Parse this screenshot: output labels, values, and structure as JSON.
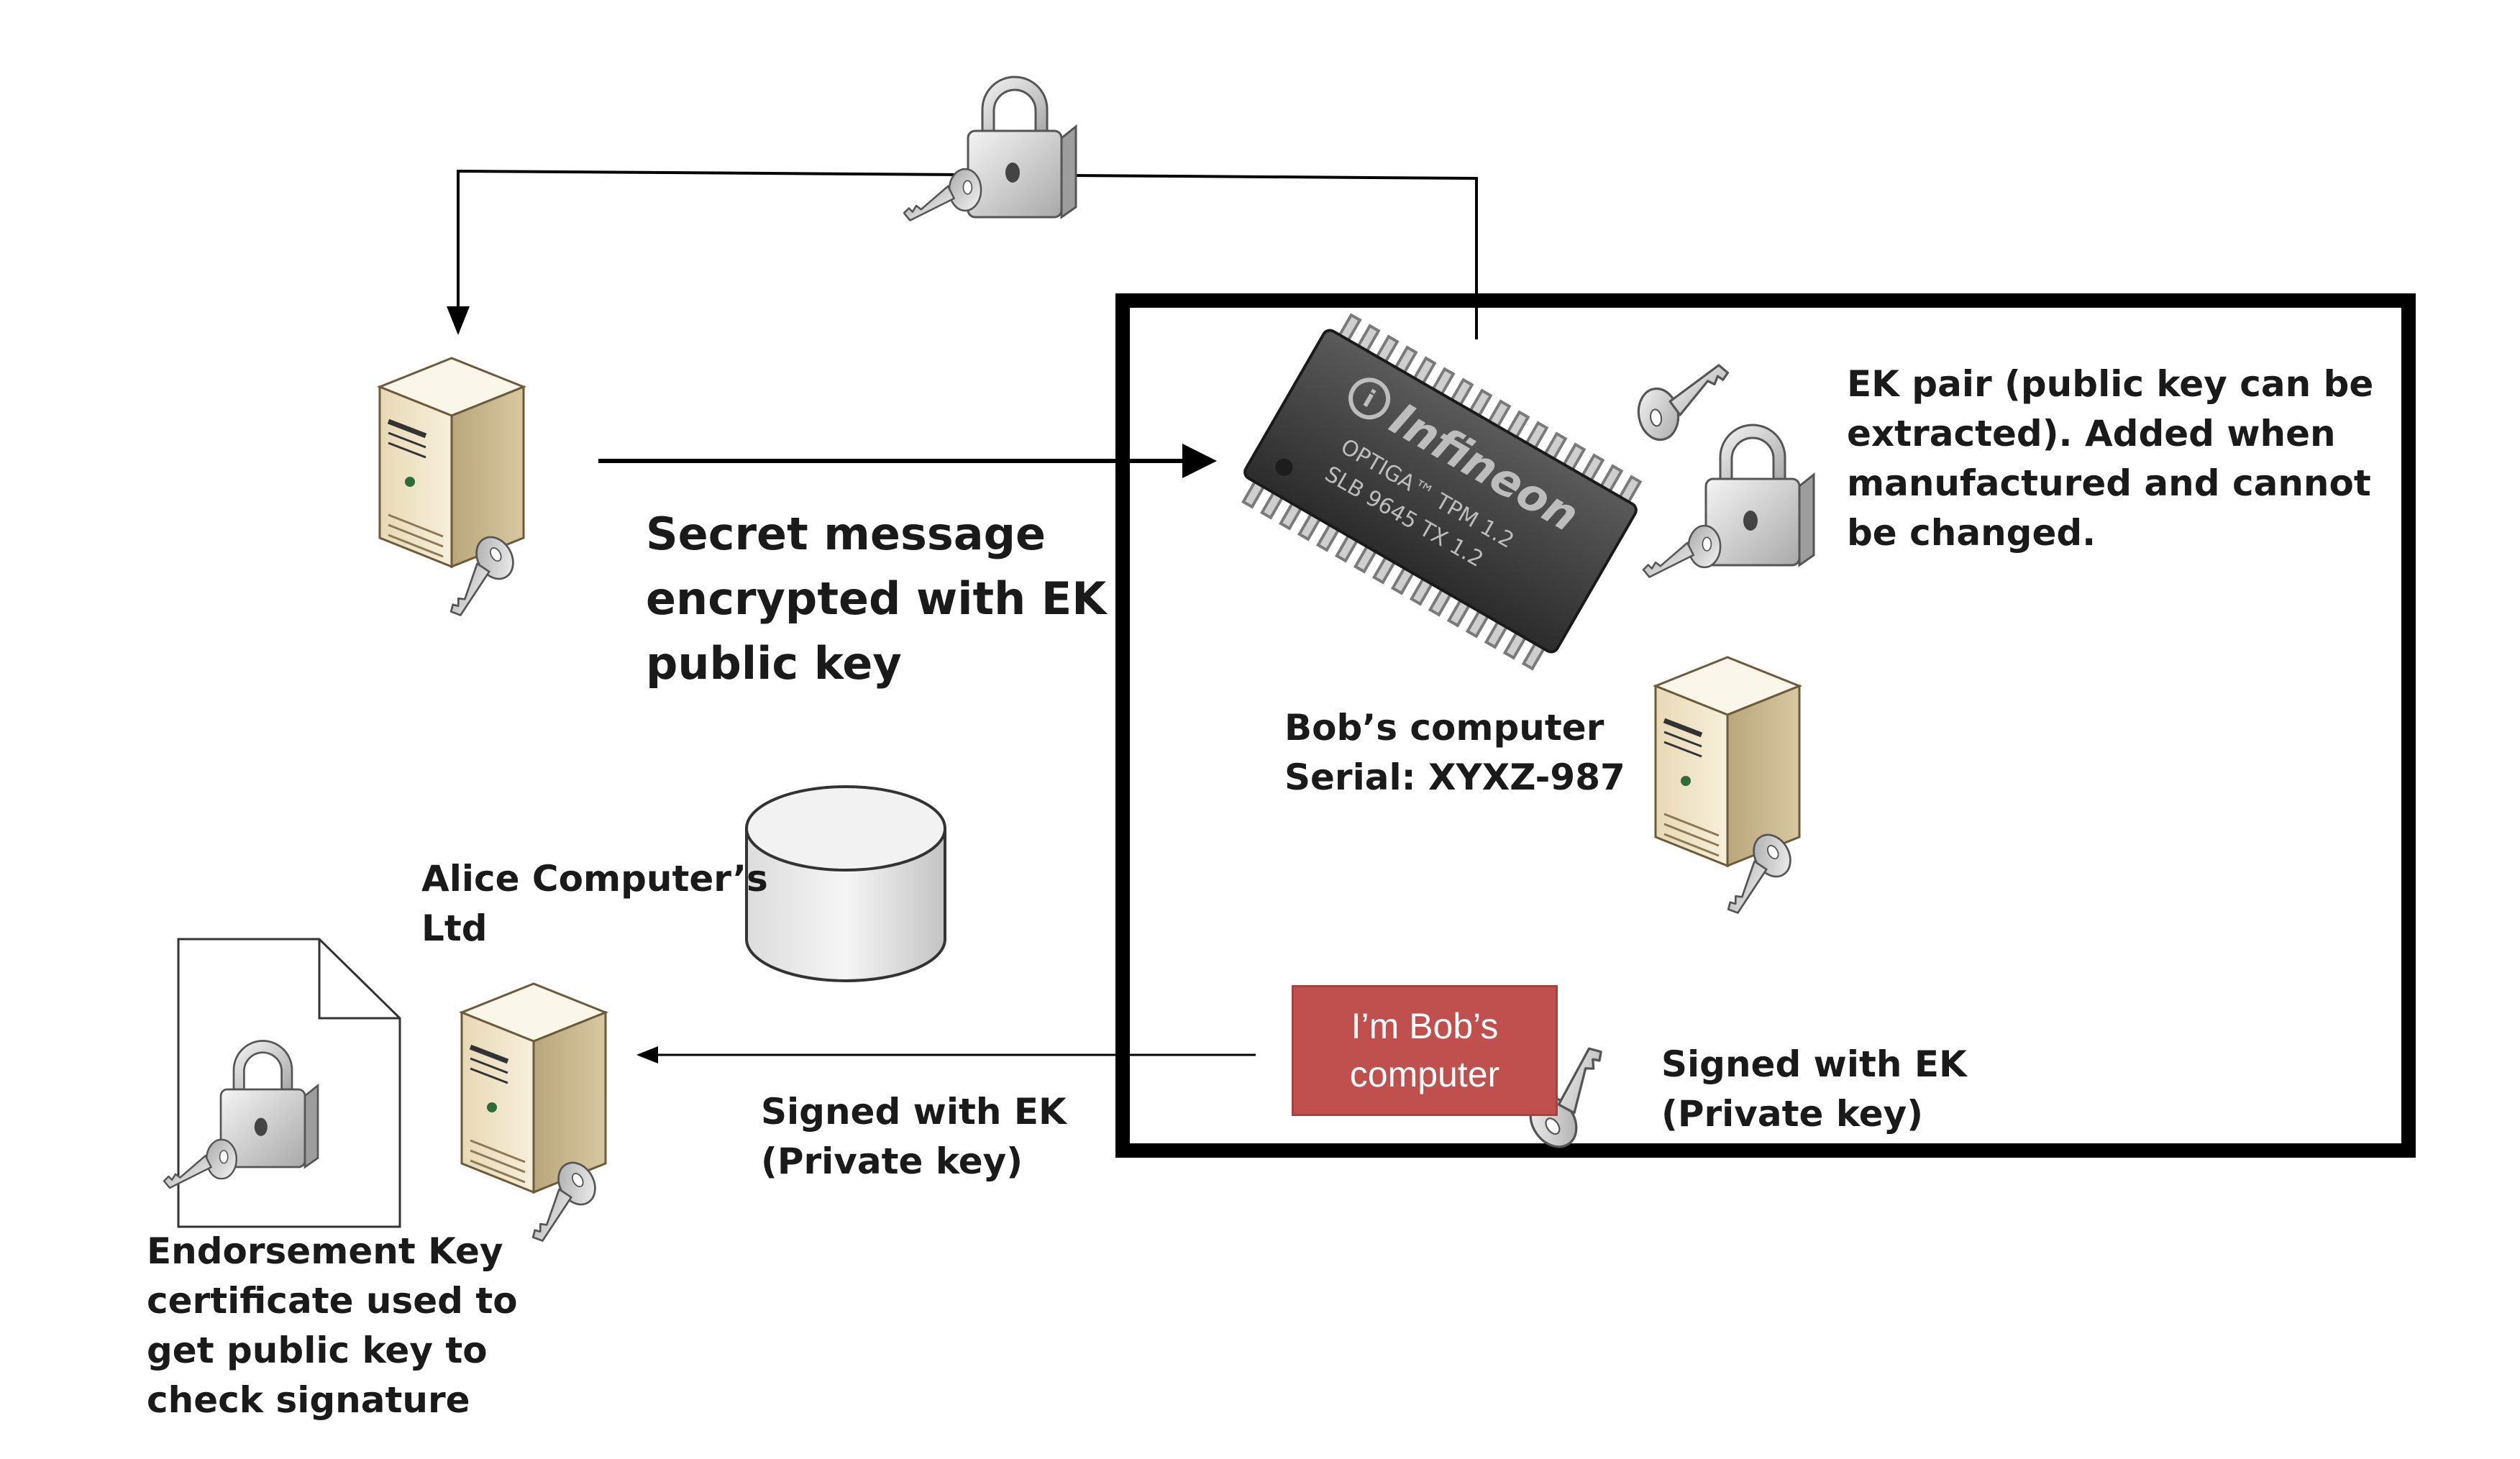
{
  "labels": {
    "secret_message": "Secret message\nencrypted with EK\npublic key",
    "ek_pair": "EK pair (public key can be\nextracted). Added when\nmanufactured and cannot\nbe changed.",
    "bobs_computer": "Bob’s computer\nSerial: XYXZ-987",
    "alice_company": "Alice Computer’s\nLtd",
    "signed_bottom": "Signed with EK\n(Private key)",
    "signed_right": "Signed with EK\n(Private key)",
    "endorsement": "Endorsement Key\ncertificate used to\nget public key to\ncheck signature"
  },
  "message_box": {
    "line1": "I’m Bob’s",
    "line2": "computer"
  },
  "chip": {
    "brand": "Infineon",
    "line1": "OPTIGA™ TPM 1.2",
    "line2": "SLB 9645 TX 1.2"
  },
  "colors": {
    "message_box": "#c0504d",
    "border": "#000000",
    "lock": "#d9d9d9"
  },
  "icons": [
    "lock-icon",
    "server-icon",
    "key-icon",
    "database-icon",
    "document-icon",
    "tpm-chip-icon"
  ]
}
